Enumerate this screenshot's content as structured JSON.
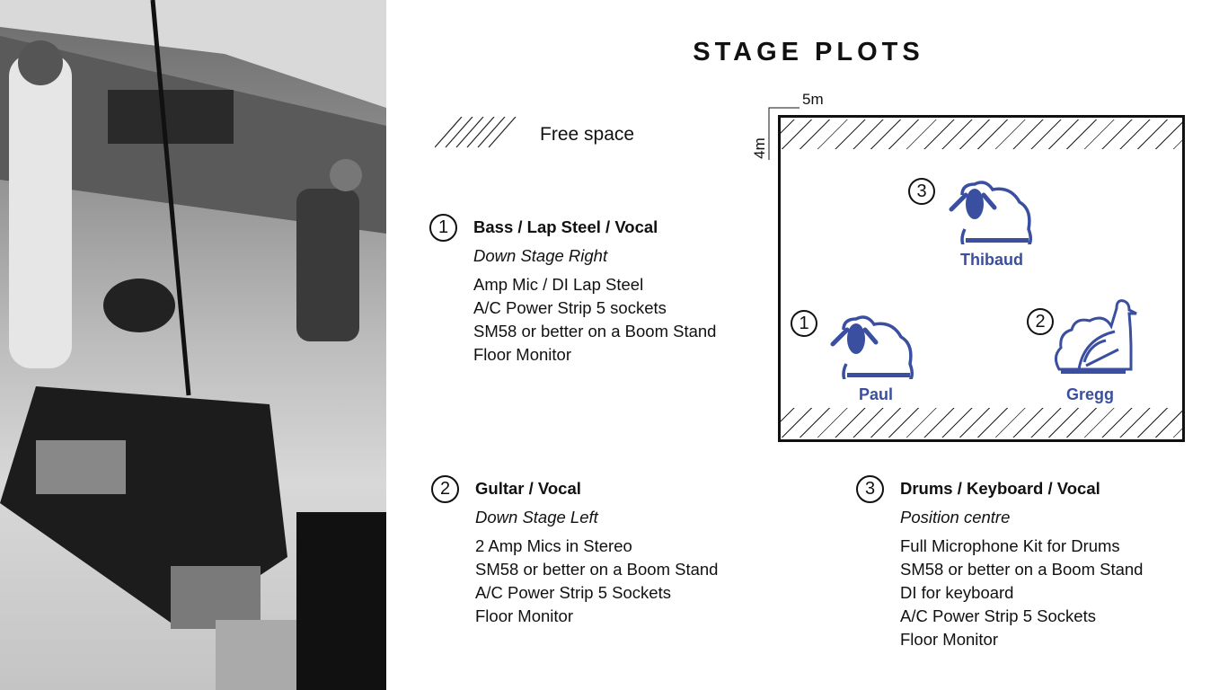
{
  "title": "STAGE PLOTS",
  "legend": {
    "free_space": "Free space"
  },
  "stage": {
    "width_label": "5m",
    "depth_label": "4m",
    "accent": "#3a4fa0",
    "performers": [
      {
        "num": "1",
        "name": "Paul",
        "icon": "sheep-icon"
      },
      {
        "num": "2",
        "name": "Gregg",
        "icon": "turkey-icon"
      },
      {
        "num": "3",
        "name": "Thibaud",
        "icon": "sheep-icon"
      }
    ]
  },
  "sections": [
    {
      "num": "1",
      "title": "Bass / Lap Steel / Vocal",
      "position": "Down Stage Right",
      "items": [
        "Amp Mic / DI Lap Steel",
        "A/C Power Strip 5 sockets",
        "SM58 or better on a Boom Stand",
        "Floor Monitor"
      ]
    },
    {
      "num": "2",
      "title": "Gultar / Vocal",
      "position": "Down Stage Left",
      "items": [
        "2 Amp Mics in Stereo",
        "SM58 or better on a Boom Stand",
        "A/C Power Strip 5 Sockets",
        "Floor Monitor"
      ]
    },
    {
      "num": "3",
      "title": "Drums / Keyboard / Vocal",
      "position": "Position centre",
      "items": [
        "Full Microphone Kit for Drums",
        "SM58 or better on a Boom Stand",
        "DI for keyboard",
        "A/C Power Strip 5 Sockets",
        "Floor Monitor"
      ]
    }
  ]
}
